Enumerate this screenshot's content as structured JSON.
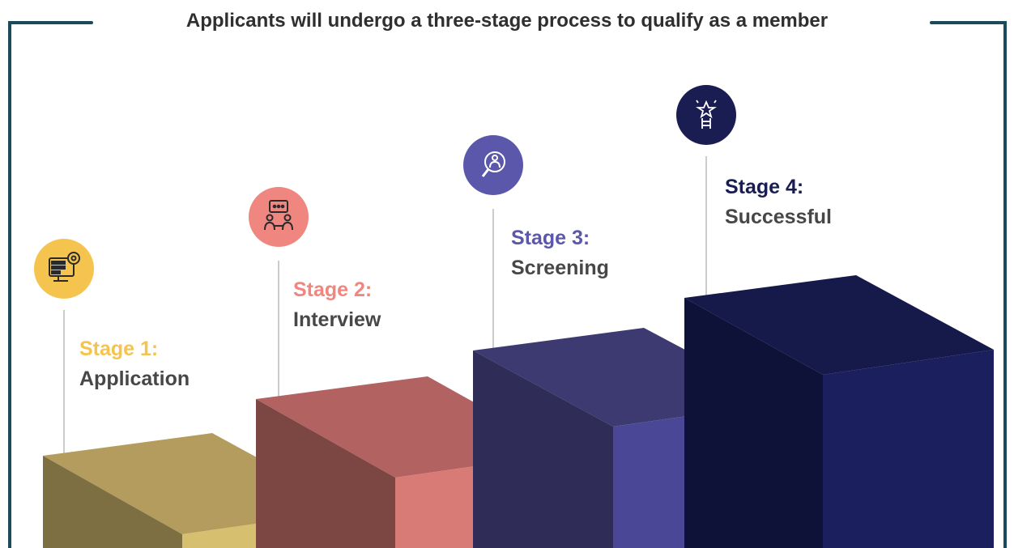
{
  "title": "Applicants will undergo a three-stage process to qualify as a member",
  "stages": [
    {
      "number_label": "Stage 1:",
      "name": "Application",
      "color": "#f5c44e",
      "icon": "computer-settings-icon"
    },
    {
      "number_label": "Stage 2:",
      "name": "Interview",
      "color": "#ef8680",
      "icon": "interview-meeting-icon"
    },
    {
      "number_label": "Stage 3:",
      "name": "Screening",
      "color": "#5b57ab",
      "icon": "magnifier-screening-icon"
    },
    {
      "number_label": "Stage 4:",
      "name": "Successful",
      "color": "#1a1d52",
      "icon": "star-ladder-success-icon"
    }
  ],
  "colors": {
    "frame": "#1b4a5c",
    "connector": "#cccccc",
    "title_text": "#2f2f2f",
    "name_text": "#474747"
  }
}
